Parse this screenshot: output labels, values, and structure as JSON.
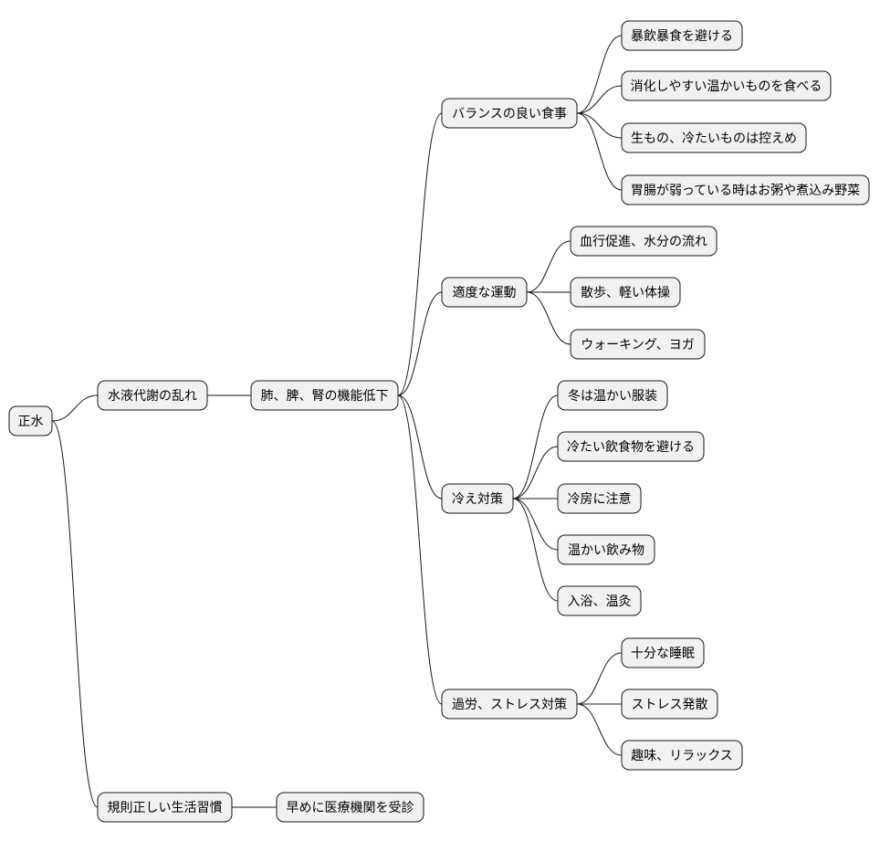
{
  "diagram": {
    "type": "mindmap",
    "colors": {
      "node_fill": "#f1f1f1",
      "node_stroke": "#181818",
      "text": "#000000",
      "background": "#ffffff"
    },
    "root": {
      "id": "root",
      "label": "正水"
    },
    "branches": [
      {
        "id": "b1",
        "label": "水液代謝の乱れ",
        "children": [
          {
            "id": "b1a",
            "label": "肺、脾、腎の機能低下",
            "children": [
              {
                "id": "c1",
                "label": "バランスの良い食事",
                "children": [
                  {
                    "id": "c1a",
                    "label": "暴飲暴食を避ける"
                  },
                  {
                    "id": "c1b",
                    "label": "消化しやすい温かいものを食べる"
                  },
                  {
                    "id": "c1c",
                    "label": "生もの、冷たいものは控えめ"
                  },
                  {
                    "id": "c1d",
                    "label": "胃腸が弱っている時はお粥や煮込み野菜"
                  }
                ]
              },
              {
                "id": "c2",
                "label": "適度な運動",
                "children": [
                  {
                    "id": "c2a",
                    "label": "血行促進、水分の流れ"
                  },
                  {
                    "id": "c2b",
                    "label": "散歩、軽い体操"
                  },
                  {
                    "id": "c2c",
                    "label": "ウォーキング、ヨガ"
                  }
                ]
              },
              {
                "id": "c3",
                "label": "冷え対策",
                "children": [
                  {
                    "id": "c3a",
                    "label": "冬は温かい服装"
                  },
                  {
                    "id": "c3b",
                    "label": "冷たい飲食物を避ける"
                  },
                  {
                    "id": "c3c",
                    "label": "冷房に注意"
                  },
                  {
                    "id": "c3d",
                    "label": "温かい飲み物"
                  },
                  {
                    "id": "c3e",
                    "label": "入浴、温灸"
                  }
                ]
              },
              {
                "id": "c4",
                "label": "過労、ストレス対策",
                "children": [
                  {
                    "id": "c4a",
                    "label": "十分な睡眠"
                  },
                  {
                    "id": "c4b",
                    "label": "ストレス発散"
                  },
                  {
                    "id": "c4c",
                    "label": "趣味、リラックス"
                  }
                ]
              }
            ]
          }
        ]
      },
      {
        "id": "b2",
        "label": "規則正しい生活習慣",
        "children": [
          {
            "id": "b2a",
            "label": "早めに医療機関を受診"
          }
        ]
      }
    ]
  }
}
